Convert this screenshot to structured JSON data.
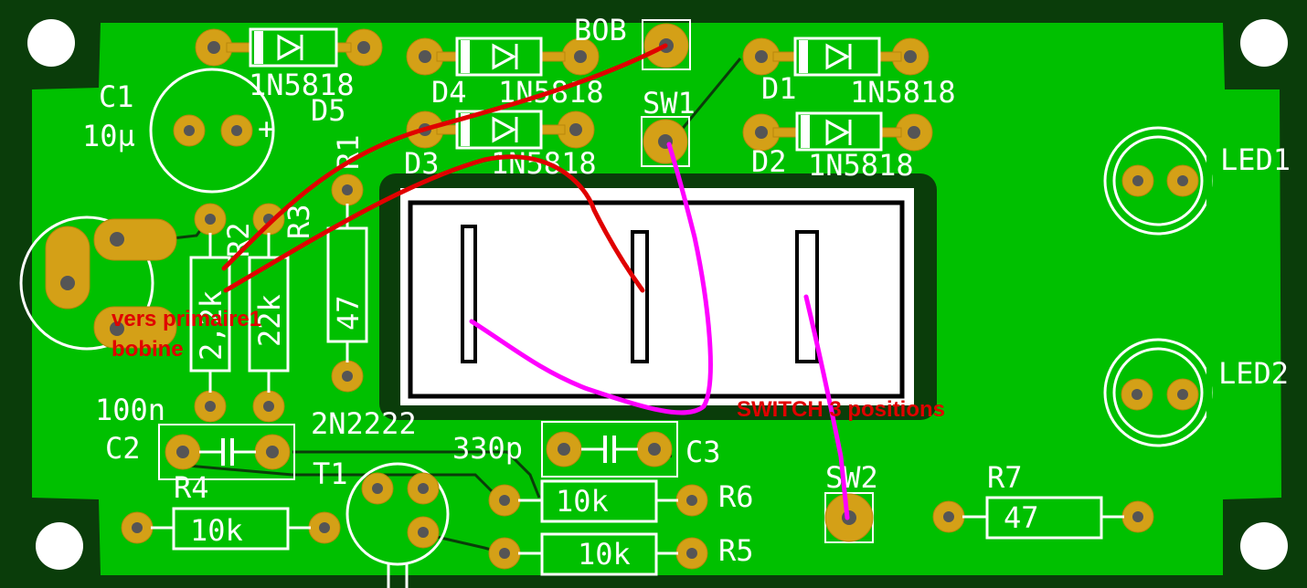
{
  "labels": {
    "bob": "BOB",
    "c1": "C1",
    "c1_val": "10µ",
    "c1_plus": "+",
    "d5": "D5",
    "d5_val": "1N5818",
    "d4": "D4",
    "d4_val": "1N5818",
    "d3": "D3",
    "d3_val": "1N5818",
    "d1": "D1",
    "d1_val": "1N5818",
    "d2": "D2",
    "d2_val": "1N5818",
    "sw1": "SW1",
    "sw2": "SW2",
    "r1": "R1",
    "r1_val": "47",
    "r2": "R2",
    "r2_val": "2,2k",
    "r3": "R3",
    "r3_val": "22k",
    "led1": "LED1",
    "led2": "LED2",
    "c2": "C2",
    "c2_val": "100n",
    "t1": "T1",
    "t1_val": "2N2222",
    "c3": "C3",
    "c3_val": "330p",
    "r4": "R4",
    "r4_val": "10k",
    "r5": "R5",
    "r5_val": "10k",
    "r6": "R6",
    "r6_val": "10k",
    "r7": "R7",
    "r7_val": "47"
  },
  "annotations": {
    "primary_line1": "vers primaire1",
    "primary_line2": "bobine",
    "switch": "SWITCH 3 positions"
  },
  "colors": {
    "board": "#00c000",
    "border": "#0a3d0a",
    "pad": "#d4a017",
    "wire_red": "#e00000",
    "wire_magenta": "#ff00ff"
  }
}
